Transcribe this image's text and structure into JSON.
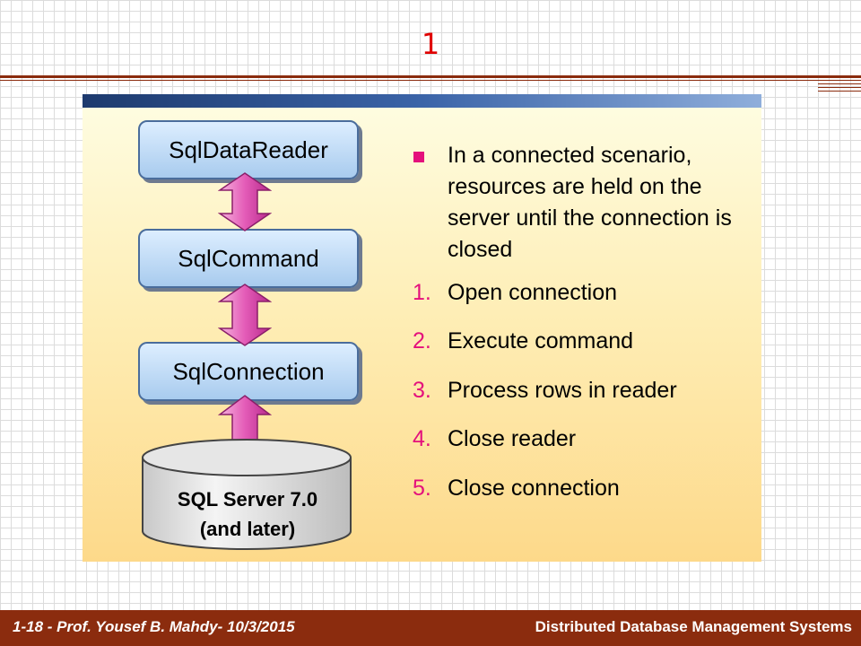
{
  "slide": {
    "title": "1",
    "diagram": {
      "reader_label": "SqlDataReader",
      "command_label": "SqlCommand",
      "connection_label": "SqlConnection",
      "database_line1": "SQL Server 7.0",
      "database_line2": "(and later)"
    },
    "intro": "In a connected scenario, resources are held on the server until the connection is closed",
    "steps": [
      {
        "num": "1.",
        "text": "Open connection"
      },
      {
        "num": "2.",
        "text": "Execute command"
      },
      {
        "num": "3.",
        "text": "Process rows in reader"
      },
      {
        "num": "4.",
        "text": "Close reader"
      },
      {
        "num": "5.",
        "text": "Close connection"
      }
    ]
  },
  "footer": {
    "left": "1-18 - Prof. Yousef B. Mahdy- 10/3/2015",
    "right": "Distributed Database Management Systems"
  },
  "colors": {
    "title": "#e00000",
    "rule": "#8b2c0e",
    "accent": "#e4107c",
    "box": "#a8cbee"
  }
}
